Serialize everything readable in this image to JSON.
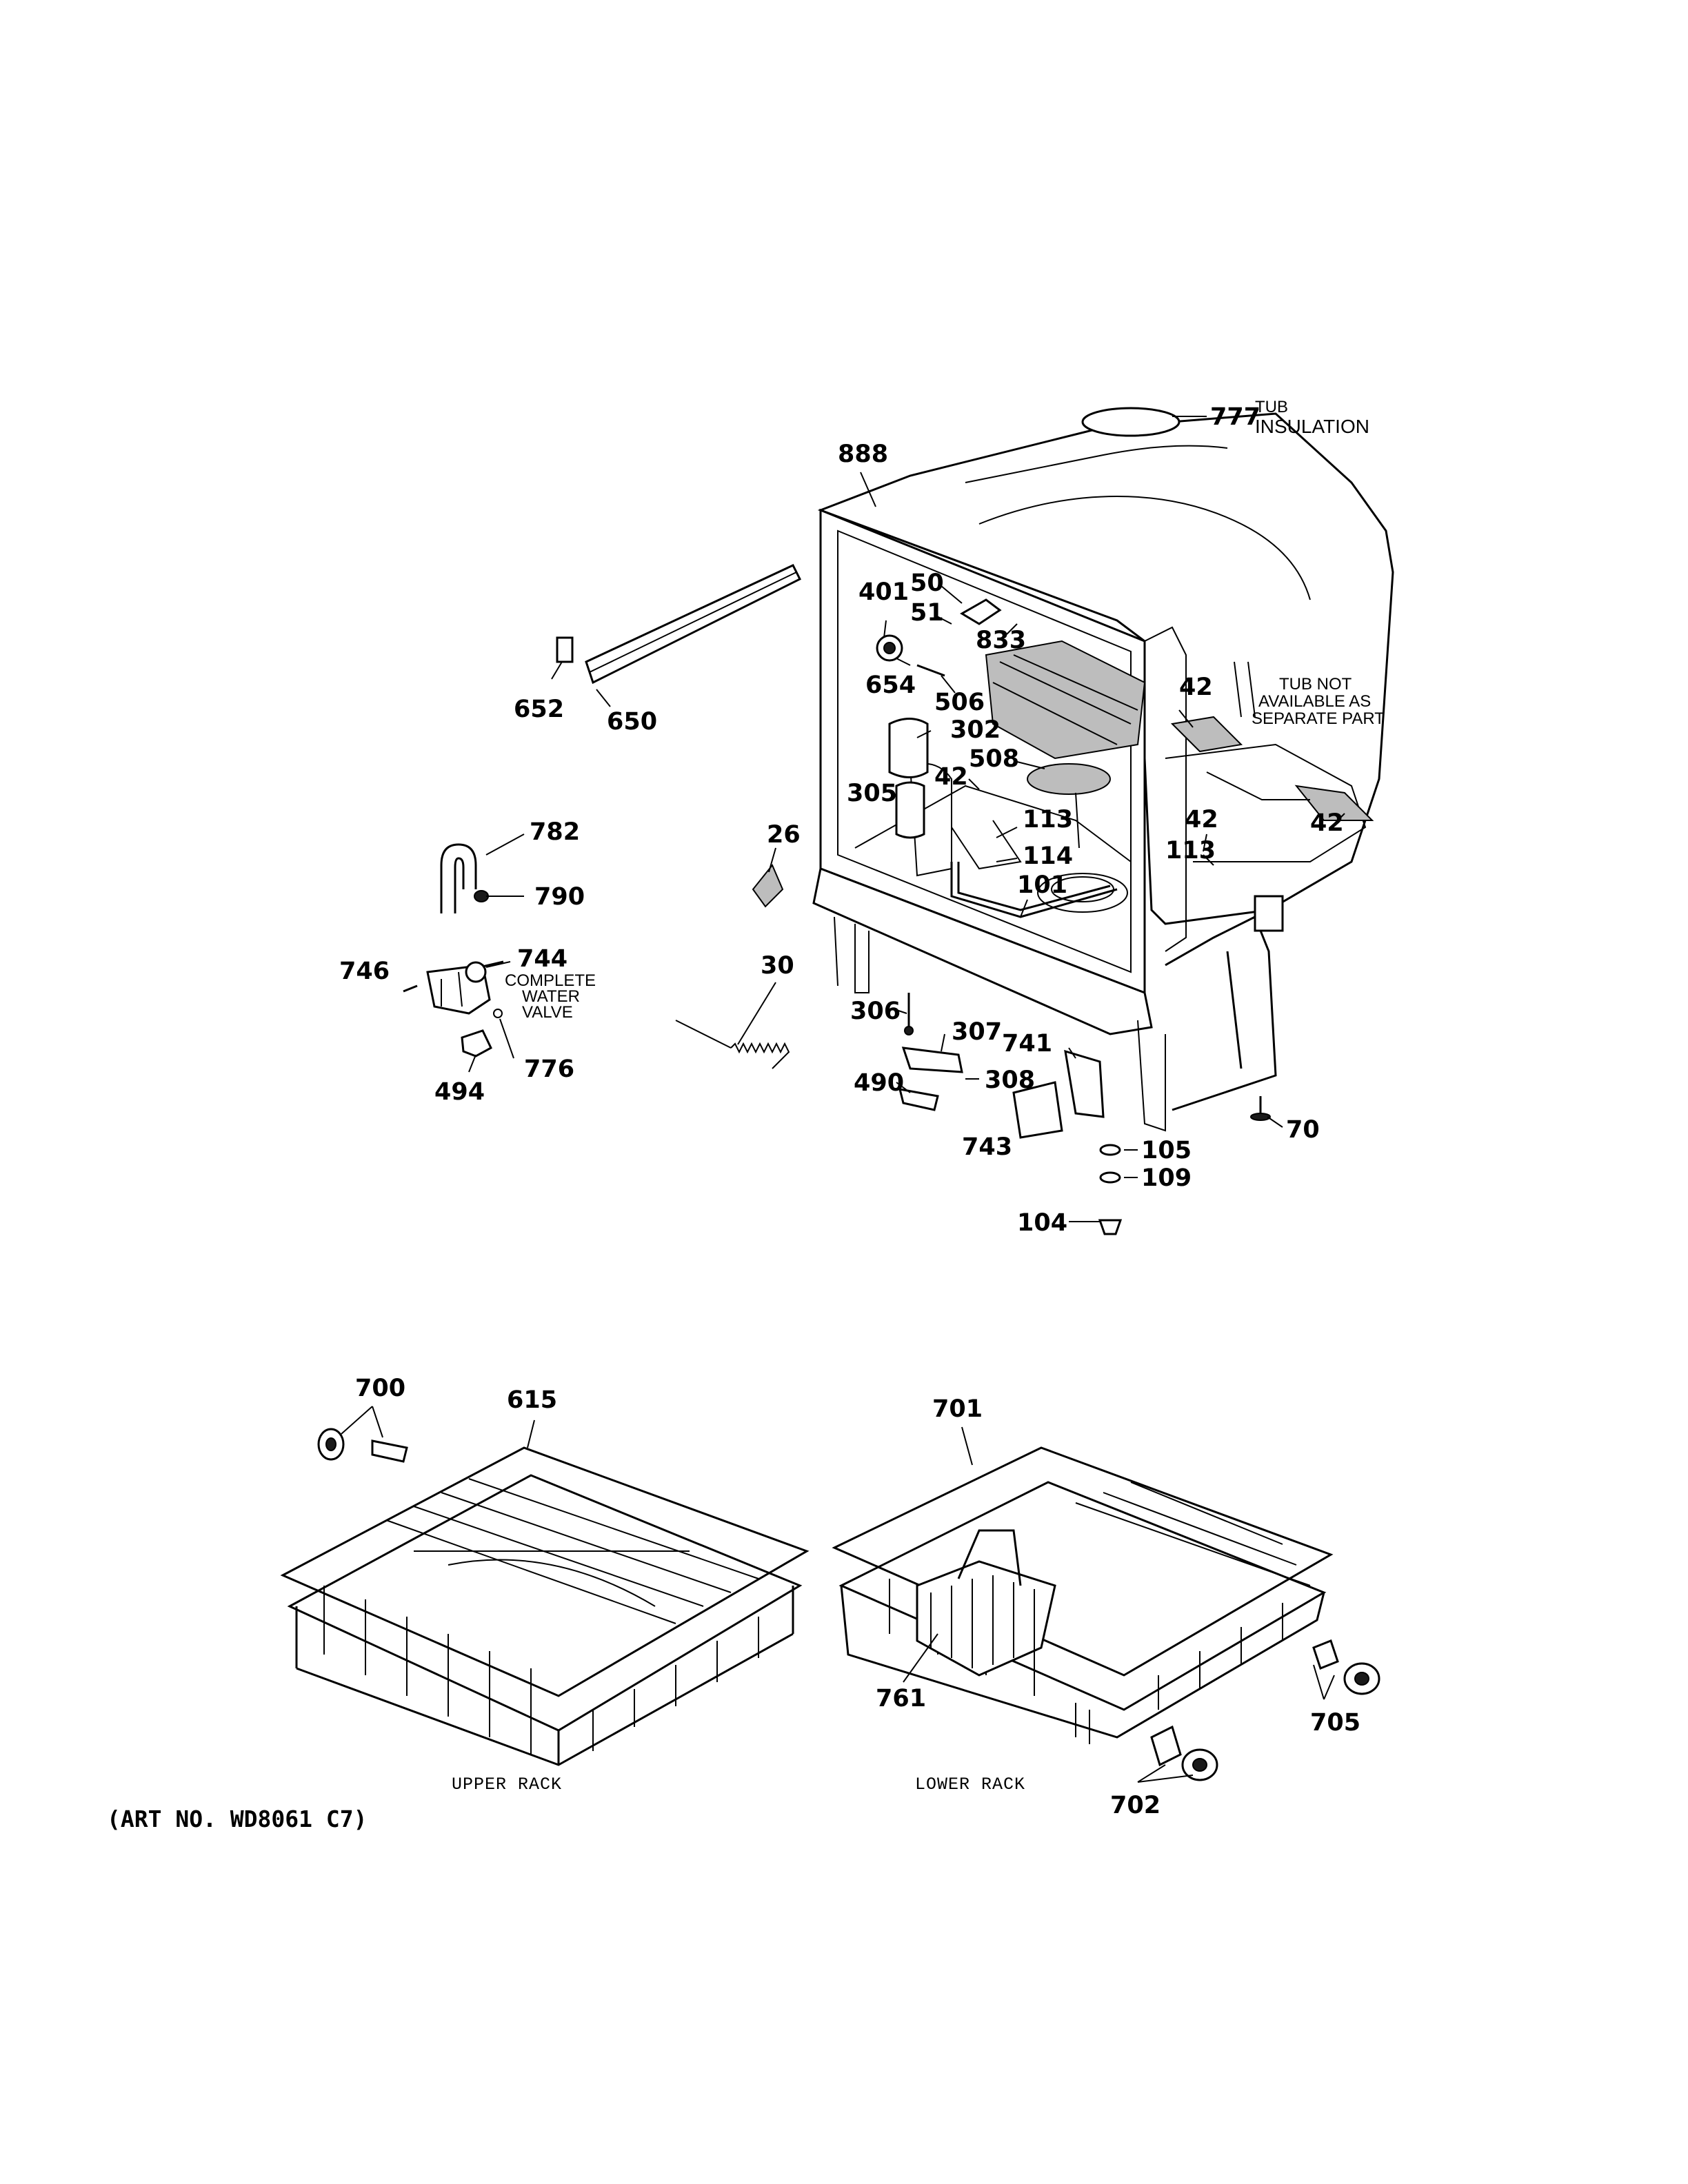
{
  "notes": {
    "tub_insulation_1": "TUB",
    "tub_insulation_2": "INSULATION",
    "tub_not_1": "TUB NOT",
    "tub_not_2": "AVAILABLE AS",
    "tub_not_3": "SEPARATE PART",
    "valve_1": "COMPLETE",
    "valve_2": "WATER",
    "valve_3": "VALVE"
  },
  "captions": {
    "upper_rack": "UPPER RACK",
    "lower_rack": "LOWER RACK",
    "art_no": "(ART NO. WD8061 C7)"
  },
  "labels": {
    "p777": "777",
    "p888": "888",
    "p401": "401",
    "p50": "50",
    "p51": "51",
    "p833": "833",
    "p654": "654",
    "p506": "506",
    "p302": "302",
    "p508": "508",
    "p42a": "42",
    "p305": "305",
    "p42b": "42",
    "p42c": "42",
    "p42d": "42",
    "p113a": "113",
    "p113b": "113",
    "p114": "114",
    "p101": "101",
    "p26": "26",
    "p652": "652",
    "p650": "650",
    "p782": "782",
    "p790": "790",
    "p746": "746",
    "p744": "744",
    "p494": "494",
    "p776": "776",
    "p30": "30",
    "p306": "306",
    "p307": "307",
    "p741": "741",
    "p490": "490",
    "p308": "308",
    "p743": "743",
    "p70": "70",
    "p105": "105",
    "p109": "109",
    "p104": "104",
    "p700": "700",
    "p615": "615",
    "p701": "701",
    "p761": "761",
    "p705": "705",
    "p702": "702"
  }
}
